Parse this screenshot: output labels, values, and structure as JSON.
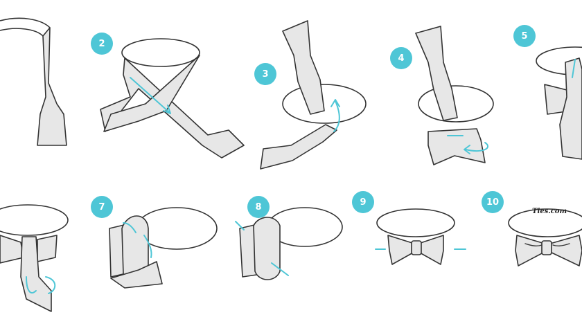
{
  "colors": {
    "accent": "#4ec6d6",
    "outline": "#333333",
    "fabric": "#e7e7e7"
  },
  "steps": [
    {
      "number": "2"
    },
    {
      "number": "3"
    },
    {
      "number": "4"
    },
    {
      "number": "5"
    },
    {
      "number": "7"
    },
    {
      "number": "8"
    },
    {
      "number": "9"
    },
    {
      "number": "10"
    }
  ],
  "brand": {
    "text": "Ties.com"
  }
}
